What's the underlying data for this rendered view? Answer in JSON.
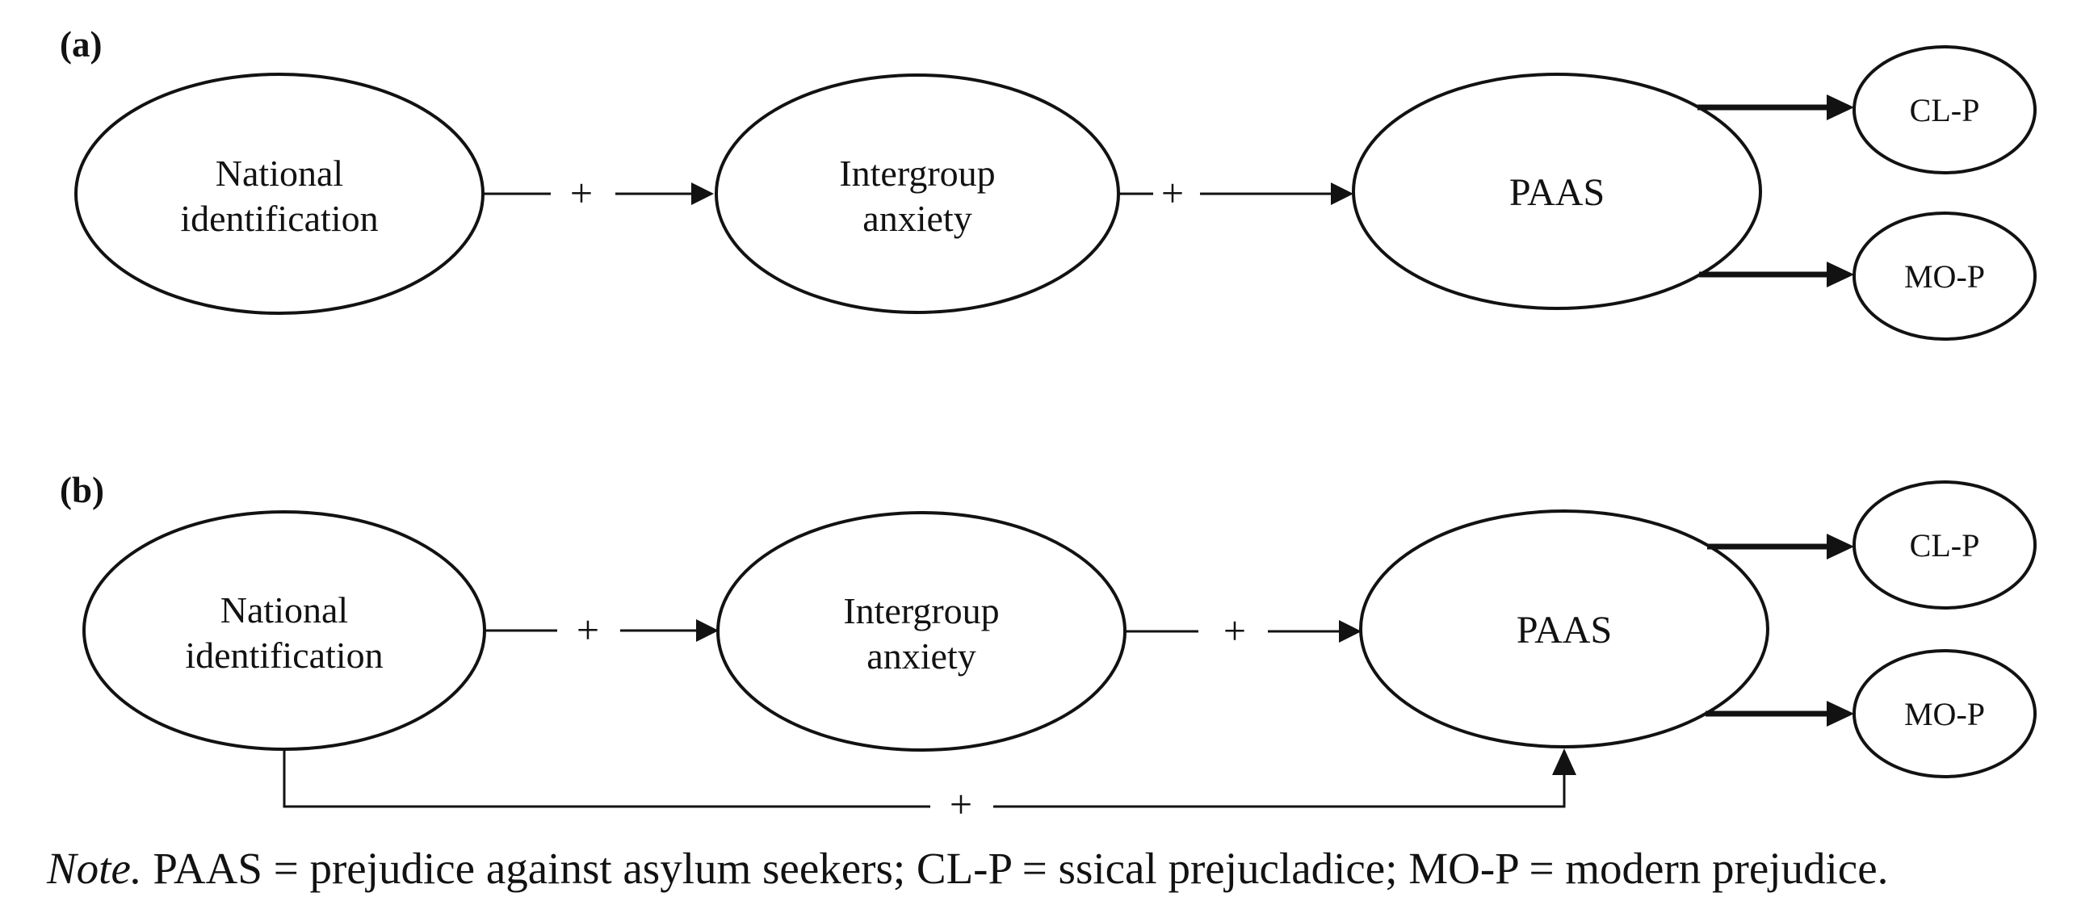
{
  "figure": {
    "description_colors": {
      "ink": "#121212",
      "background": "#ffffff"
    },
    "panel_a": {
      "label": "(a)",
      "latent1_line1": "National",
      "latent1_line2": "identification",
      "path1_sign": "+",
      "latent2_line1": "Intergroup",
      "latent2_line2": "anxiety",
      "path2_sign": "+",
      "latent3": "PAAS",
      "outcome1": "CL-P",
      "outcome2": "MO-P"
    },
    "panel_b": {
      "label": "(b)",
      "latent1_line1": "National",
      "latent1_line2": "identification",
      "path1_sign": "+",
      "latent2_line1": "Intergroup",
      "latent2_line2": "anxiety",
      "path2_sign": "+",
      "latent3": "PAAS",
      "outcome1": "CL-P",
      "outcome2": "MO-P",
      "direct_path_sign": "+"
    },
    "note": {
      "lead": "Note.",
      "body": " PAAS = prejudice against asylum seekers; CL-P = ssical prejucladice; MO-P = modern prejudice."
    }
  }
}
